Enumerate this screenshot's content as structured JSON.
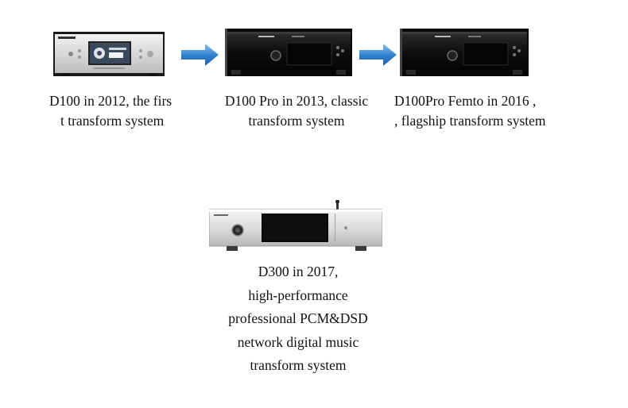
{
  "products": [
    {
      "id": "d100",
      "caption_lines": [
        "D100 in 2012, the firs",
        "t transform system"
      ]
    },
    {
      "id": "d100pro",
      "caption_lines": [
        "D100 Pro in 2013, classic",
        "transform system"
      ]
    },
    {
      "id": "d100pro-femto",
      "caption_lines": [
        "D100Pro Femto in 2016 ,",
        ", flagship transform system"
      ]
    },
    {
      "id": "d300",
      "caption_lines": [
        "D300 in 2017,",
        "high-performance",
        "professional PCM&DSD",
        "network digital music",
        "transform system"
      ]
    }
  ],
  "colors": {
    "arrow": "#2f7fd0",
    "arrow_light": "#7fb8ee",
    "silver": "#d9dadb",
    "black_chassis": "#121212"
  },
  "icons": {
    "arrow": "right-arrow-icon"
  }
}
